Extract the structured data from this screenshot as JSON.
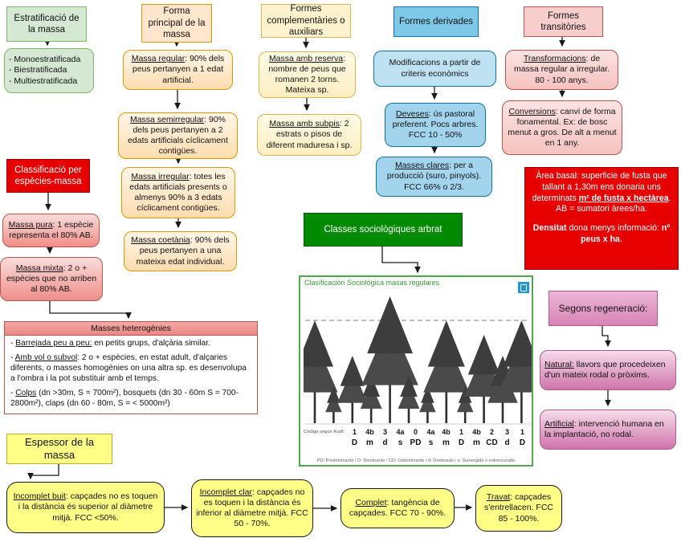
{
  "palette": {
    "accent_red": "#e60000",
    "accent_green": "#028a02",
    "box_green": "#d5e8d4",
    "box_orange": "#ffe6cc",
    "box_yellow": "#fff2cc",
    "box_blue": "#7fc9e8",
    "box_pink": "#f8cecc",
    "box_magenta": "#d884b6",
    "box_yellow_bright": "#ffff88",
    "frame_green": "#52a852",
    "icon_blue": "#2196d3"
  },
  "estratificacio": {
    "header": "Estratificació de la massa",
    "items": [
      "- Monoestratificada",
      "- Biestratificada",
      "- Multiestratificada"
    ]
  },
  "forma_principal": {
    "header": "Forma principal de la massa",
    "regular": {
      "lead": "Massa regular",
      "rest": ": 90% dels peus pertanyen a 1 edat artificial."
    },
    "semiirregular": {
      "lead": "Massa semirregular",
      "rest": ": 90% dels peus pertanyen a 2 edats artificials cíclicament contigües."
    },
    "irregular": {
      "lead": "Massa irregular",
      "rest": ": totes les edats artificials presents o almenys 90% a 3 edats cíclicament contigües."
    },
    "coetania": {
      "lead": "Massa coetània",
      "rest": ": 90% dels peus pertanyen a una mateixa edat individual."
    }
  },
  "complementaries": {
    "header": "Formes complementàries o auxiliars",
    "reserva": {
      "lead": "Massa amb reserva",
      "rest": ": nombre de peus que romanen 2 torns. Mateixa sp."
    },
    "subpis": {
      "lead": "Massa amb subpis",
      "rest": ": 2 estrats o pisos de diferent maduresa i sp."
    }
  },
  "derivades": {
    "header": "Formes derivades",
    "modificacions": "Modificacions a partir de criteris econòmics",
    "deveses": {
      "lead": "Deveses",
      "rest": ": ús pastoral preferent. Pocs arbres. FCC 10 - 50%"
    },
    "clares": {
      "lead": "Masses clares",
      "rest": ": per a producció (suro, pinyols). FCC 66% o 2/3."
    }
  },
  "transitories": {
    "header": "Formes transitòries",
    "transformacions": {
      "lead": "Transformacions",
      "rest": ": de massa regular a irregular. 80 - 100 anys."
    },
    "conversions": {
      "lead": "Conversions",
      "rest": ": canvi de forma fonamental. Ex: de bosc menut a gros. De alt a menut en 1 any."
    }
  },
  "especies": {
    "header": "Classificació per espècies-massa",
    "pura": {
      "lead": "Massa pura",
      "rest": ": 1 espècie representa el 80% AB."
    },
    "mixta": {
      "lead": "Massa mixta",
      "rest": ": 2 o + espècies que no arriben al 80% AB."
    }
  },
  "heterogenies": {
    "title": "Masses heterogènies",
    "items": [
      {
        "lead": "Barrejada peu a peu:",
        "rest": " en petits grups, d'alçària similar."
      },
      {
        "lead": "Amb vol o subvol",
        "rest": ": 2 o + espècies, en estat adult, d'alçaries diferents, o masses homogènies on una altra sp. es desenvolupa a l'ombra i la pot substituir amb el temps."
      },
      {
        "lead": "Colps",
        "rest": " (dn >30m, S = 700m²), bosquets (dn 30 - 60m S = 700-2800m²), claps (dn 60 - 80m, S = < 5000m²)"
      }
    ]
  },
  "area_basal": {
    "p1": "Àrea basal: superficie de fusta que tallant a 1,30m ens donaria uns determinats ",
    "u": "m² de fusta x hectàrea",
    "p2": ". AB = sumatori àrees/ha.",
    "d_bold1": "Densitat",
    "d_mid": " dona menys informació: ",
    "d_bold2": "nº peus x ha",
    "d_end": "."
  },
  "classes_socio": {
    "label": "Classes sociològiques arbrat"
  },
  "image": {
    "title": "Clasificación Sociológica masas regulares",
    "kraft_label": "Código según Kraft:",
    "codes": [
      "1",
      "4b",
      "3",
      "4a",
      "0",
      "4a",
      "4b",
      "1",
      "4b",
      "2",
      "3",
      "1"
    ],
    "classes": [
      "D",
      "m",
      "d",
      "s",
      "PD",
      "s",
      "m",
      "D",
      "m",
      "CD",
      "d",
      "D"
    ],
    "caption": "PD: Predominante / D: Dominante / CD: Codominante / d: Dominado / s: Sumergido o entrecruzado",
    "expand_icon": "expand-icon"
  },
  "regeneracio": {
    "header": "Segons regeneració:",
    "natural": {
      "lead": "Natural:",
      "rest": " llavors que procedeixen d'un mateix rodal o pròxims."
    },
    "artificial": {
      "lead": "Artificial",
      "rest": ": intervenció humana en la implantació, no rodal."
    }
  },
  "espessor": {
    "header": "Espessor de la massa",
    "buit": {
      "lead": "Incomplet buit",
      "rest": ": capçades no es toquen i la distància és superior al diàmetre mitjà. FCC <50%."
    },
    "clar": {
      "lead": "Incomplet clar",
      "rest": ": capçades no es toquen i la distància és inferior al diàmetre mitjà. FCC 50 - 70%."
    },
    "complet": {
      "lead": "Complet",
      "rest": ": tangència de capçades. FCC 70 - 90%."
    },
    "travat": {
      "lead": "Travat",
      "rest": ": capçades s'entrellacen. FCC 85 - 100%."
    }
  }
}
